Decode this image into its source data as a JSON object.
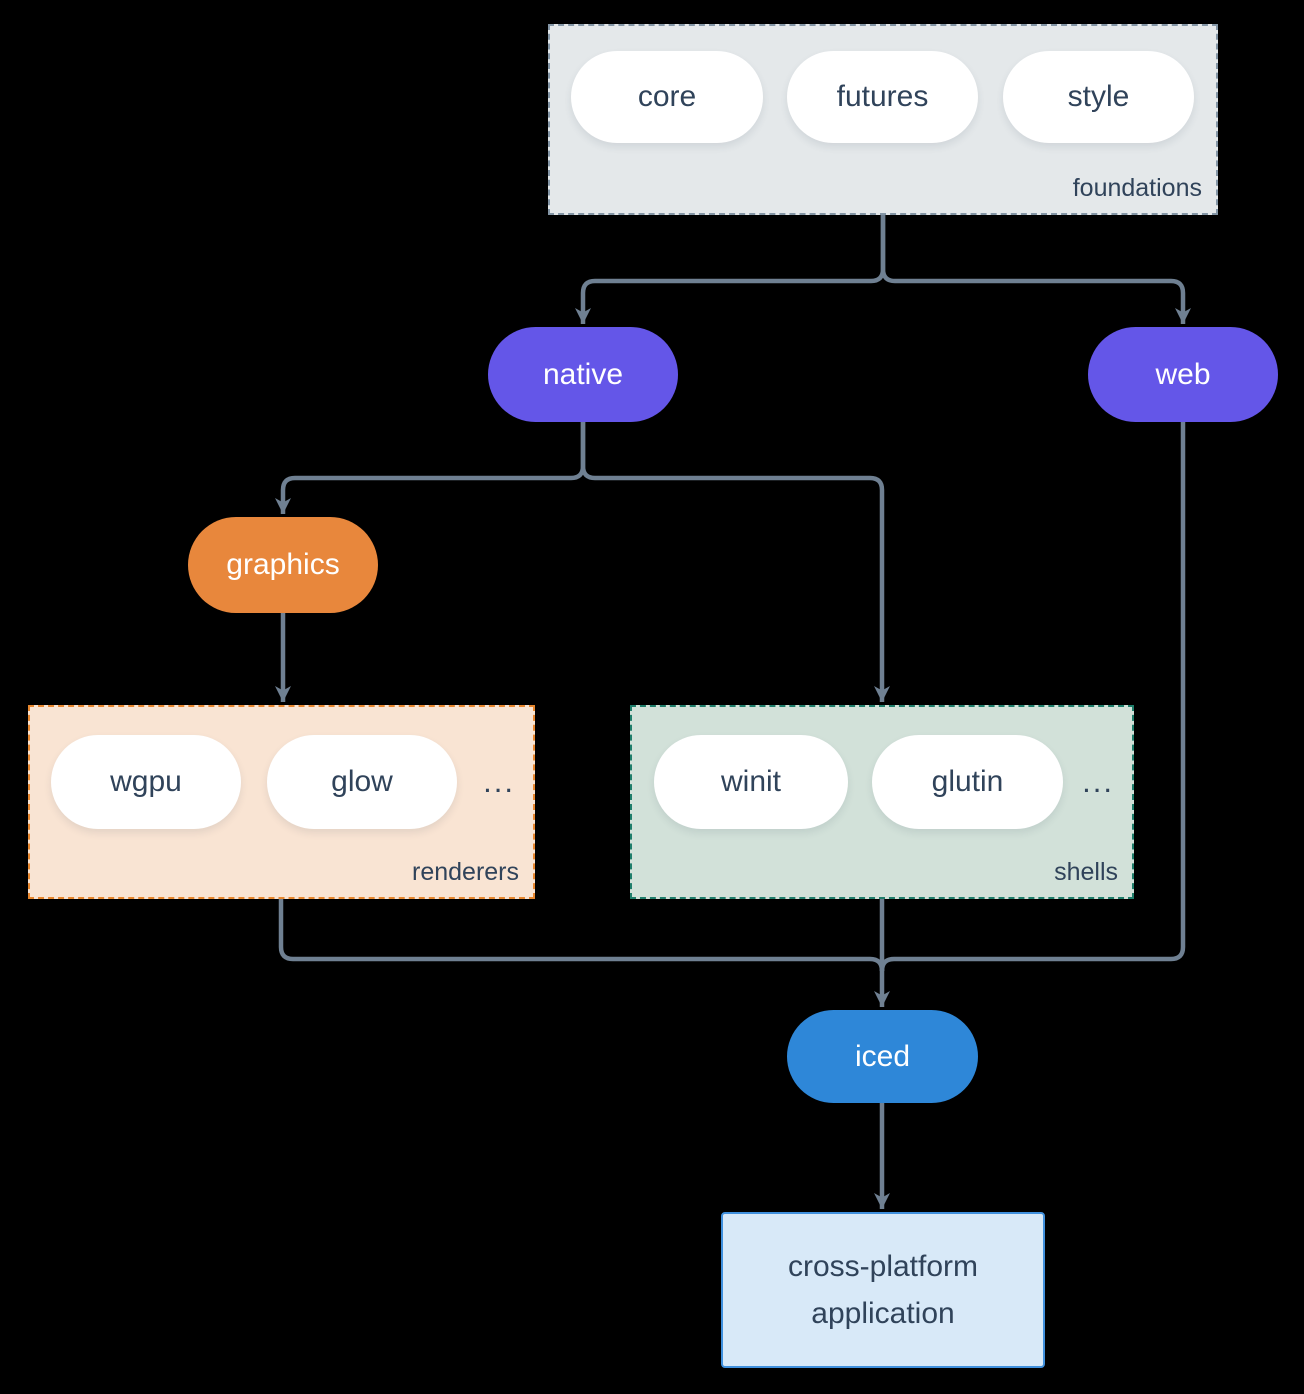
{
  "groups": {
    "foundations": {
      "label": "foundations",
      "pills": [
        "core",
        "futures",
        "style"
      ]
    },
    "renderers": {
      "label": "renderers",
      "pills": [
        "wgpu",
        "glow"
      ],
      "ellipsis": "..."
    },
    "shells": {
      "label": "shells",
      "pills": [
        "winit",
        "glutin"
      ],
      "ellipsis": "..."
    }
  },
  "nodes": {
    "native": {
      "label": "native"
    },
    "web": {
      "label": "web"
    },
    "graphics": {
      "label": "graphics"
    },
    "iced": {
      "label": "iced"
    },
    "application": {
      "label": "cross-platform application"
    }
  },
  "edges": [
    {
      "from": "foundations",
      "to": "native"
    },
    {
      "from": "foundations",
      "to": "web"
    },
    {
      "from": "native",
      "to": "graphics"
    },
    {
      "from": "native",
      "to": "shells"
    },
    {
      "from": "graphics",
      "to": "renderers"
    },
    {
      "from": "renderers",
      "to": "iced"
    },
    {
      "from": "shells",
      "to": "iced"
    },
    {
      "from": "web",
      "to": "iced"
    },
    {
      "from": "iced",
      "to": "application"
    }
  ],
  "colors": {
    "background": "#000000",
    "connector": "#6f8092",
    "node_purple": "#6456e8",
    "node_orange": "#e8873c",
    "node_blue": "#2e87d8",
    "pill_white": "#ffffff",
    "text_dark": "#30435a",
    "text_light": "#ffffff",
    "foundations_fill": "#e4e8ea",
    "foundations_border": "#8496a6",
    "renderers_fill": "#f9e4d3",
    "renderers_border": "#e8872e",
    "shells_fill": "#d2e1d9",
    "shells_border": "#1f7e6b",
    "application_fill": "#d8e9f8",
    "application_border": "#4090dd"
  }
}
